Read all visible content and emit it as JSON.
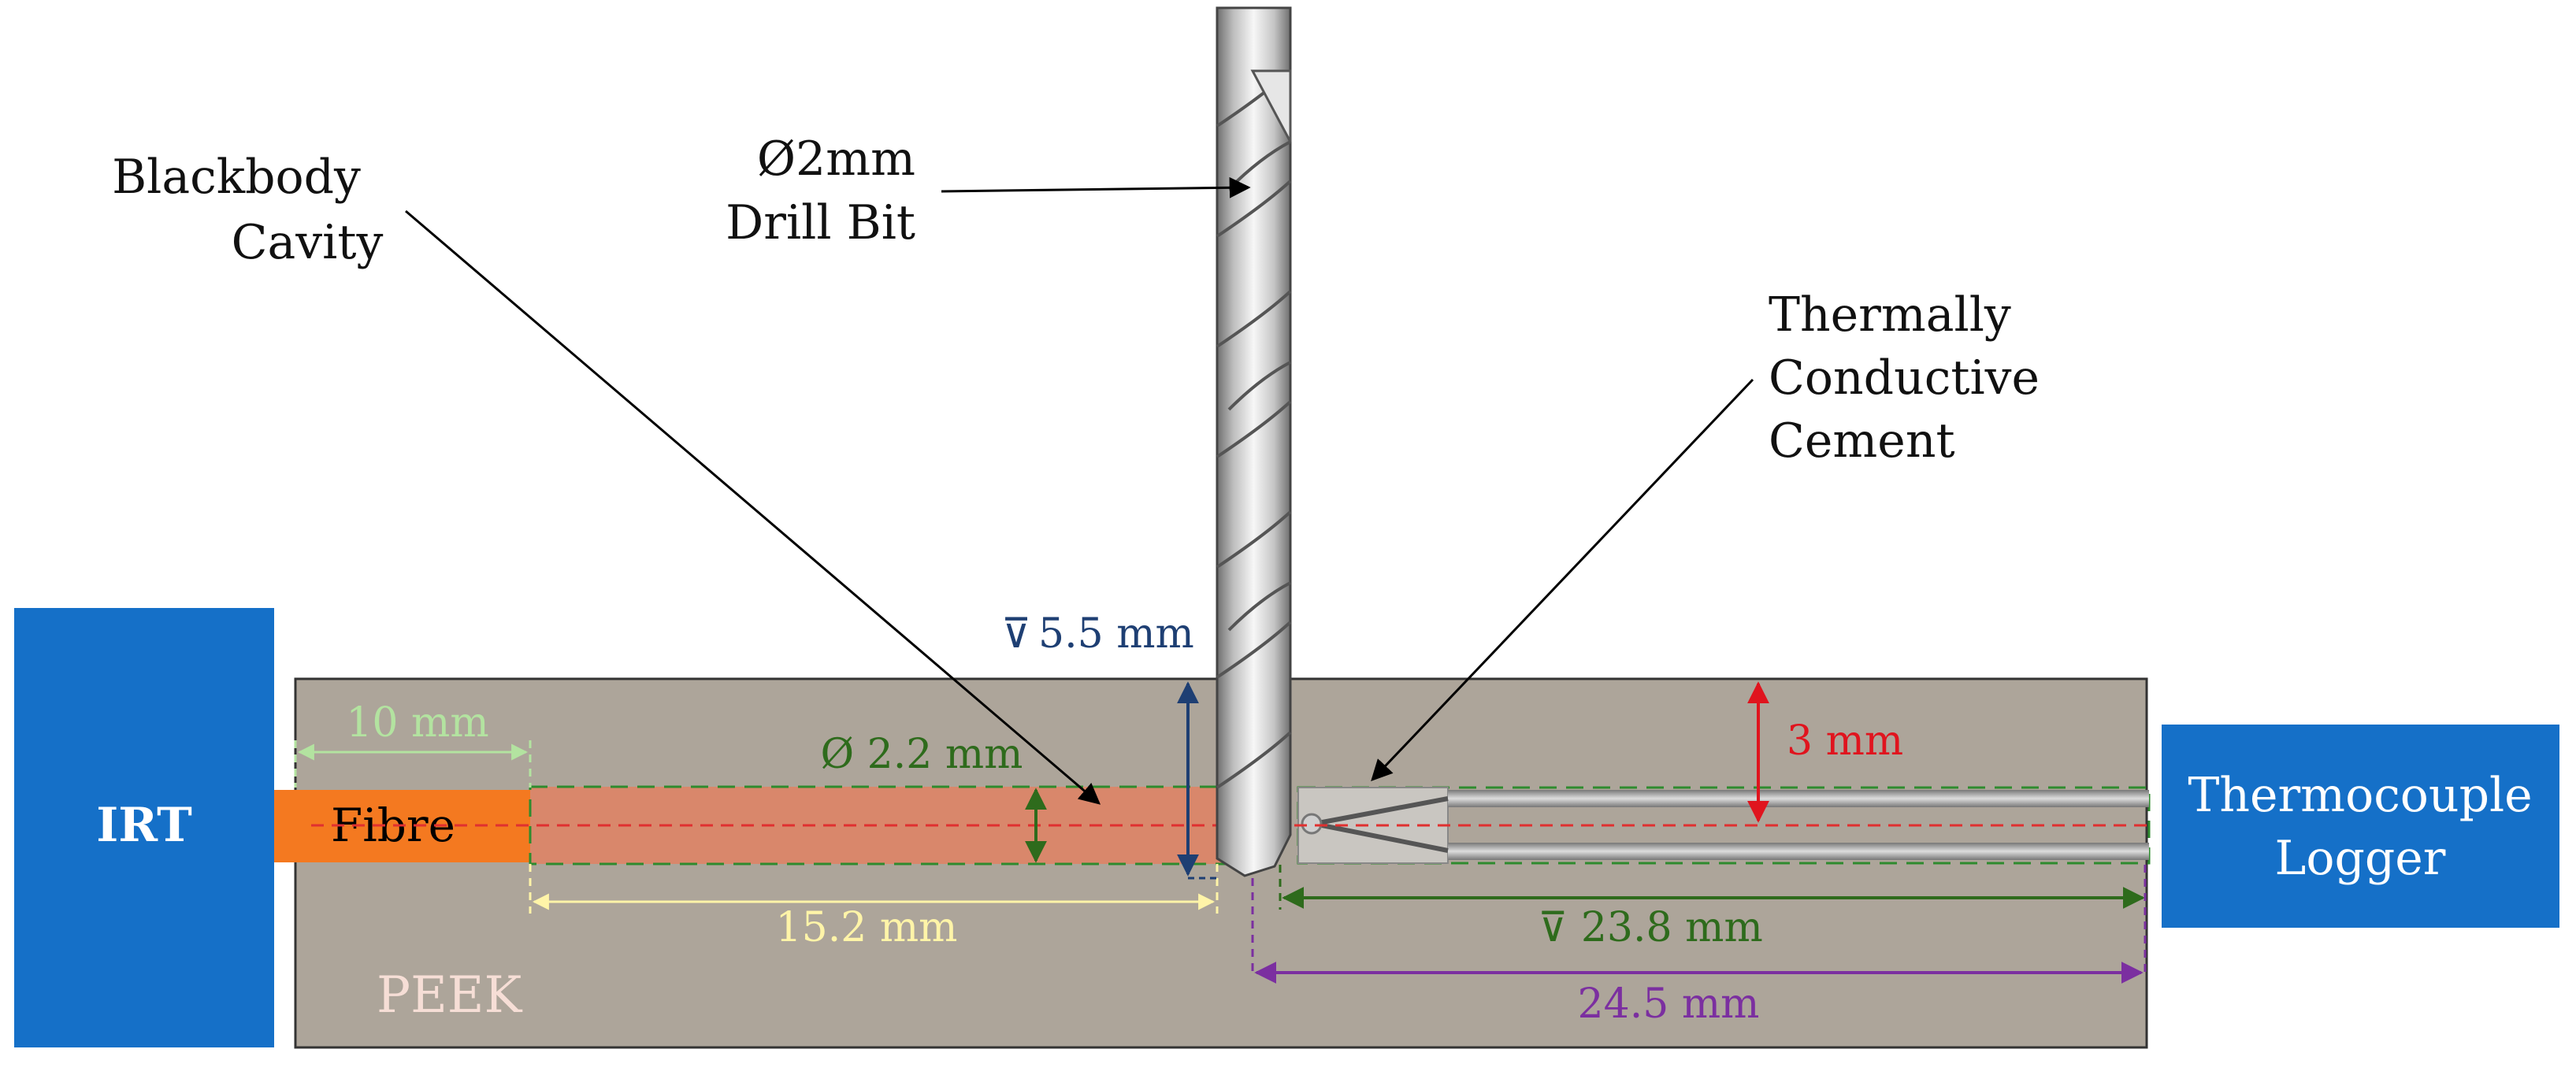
{
  "labels": {
    "blackbody_line1": "Blackbody",
    "blackbody_line2": "Cavity",
    "drill_line1": "Ø2mm",
    "drill_line2": "Drill Bit",
    "cement_line1": "Thermally",
    "cement_line2": "Conductive",
    "cement_line3": "Cement",
    "irt": "IRT",
    "fibre": "Fibre",
    "peek": "PEEK",
    "logger_line1": "Thermocouple",
    "logger_line2": "Logger"
  },
  "dimensions": {
    "depth_5_5": "5.5 mm",
    "depth_symbol": "⊽",
    "len_10": "10 mm",
    "dia_2_2": "Ø 2.2 mm",
    "len_15_2": "15.2 mm",
    "len_3": "3 mm",
    "len_23_8": "⊽ 23.8 mm",
    "len_24_5": "24.5 mm"
  },
  "colors": {
    "irt_box": "#1570c8",
    "logger_box": "#1570c8",
    "peek_body": "#ada59a",
    "fibre": "#f47920",
    "cavity": "#d9876b",
    "dim_green_light": "#b3e3a0",
    "dim_green_dark": "#2e6b1c",
    "dim_yellow": "#fff4a8",
    "dim_red": "#e0141e",
    "dim_purple": "#7b2fa0",
    "dim_navy": "#1e3f73",
    "peek_text": "#f6ded6",
    "center_line": "#e03030"
  }
}
